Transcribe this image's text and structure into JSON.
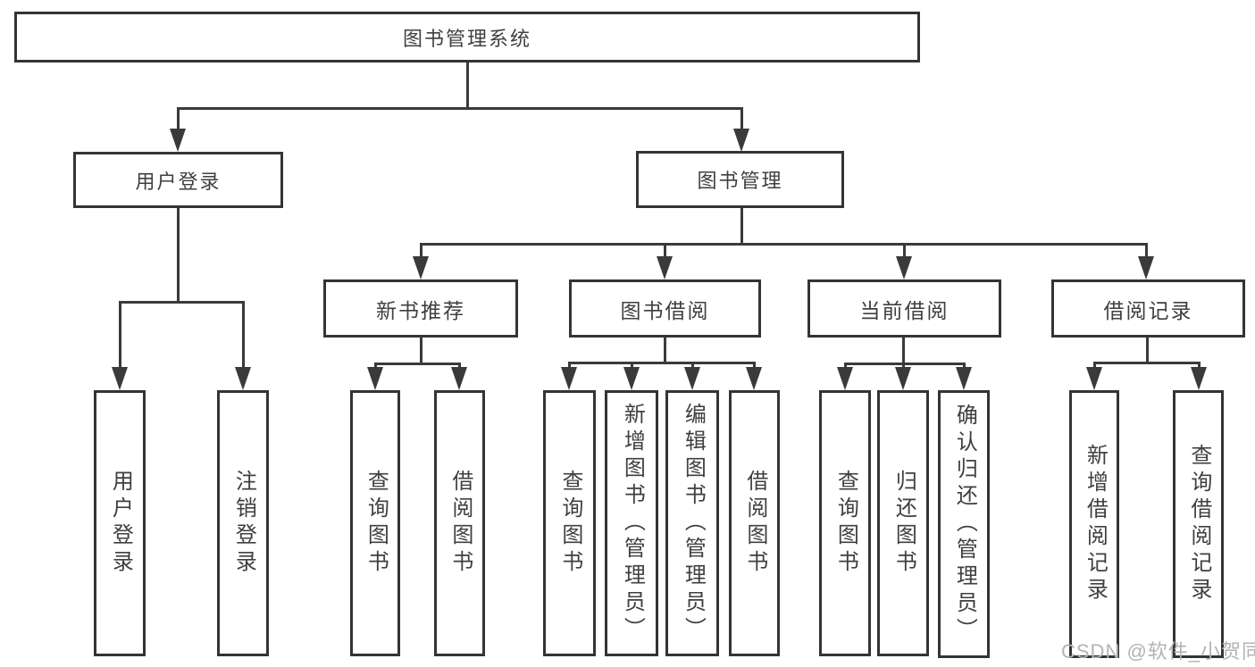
{
  "diagram": {
    "tree": {
      "label": "图书管理系统",
      "children": [
        {
          "label": "用户登录",
          "children": [
            {
              "label": "用户登录"
            },
            {
              "label": "注销登录"
            }
          ]
        },
        {
          "label": "图书管理",
          "children": [
            {
              "label": "新书推荐",
              "children": [
                {
                  "label": "查询图书"
                },
                {
                  "label": "借阅图书"
                }
              ]
            },
            {
              "label": "图书借阅",
              "children": [
                {
                  "label": "查询图书"
                },
                {
                  "label": "新增图书（管理员）"
                },
                {
                  "label": "编辑图书（管理员）"
                },
                {
                  "label": "借阅图书"
                }
              ]
            },
            {
              "label": "当前借阅",
              "children": [
                {
                  "label": "查询图书"
                },
                {
                  "label": "归还图书"
                },
                {
                  "label": "确认归还（管理员）"
                }
              ]
            },
            {
              "label": "借阅记录",
              "children": [
                {
                  "label": "新增借阅记录"
                },
                {
                  "label": "查询借阅记录"
                }
              ]
            }
          ]
        }
      ]
    }
  },
  "watermark": {
    "text": "CSDN @软件_小贺同学"
  },
  "colors": {
    "line": "#3a3a3a",
    "box_border": "#343434",
    "text": "#3f3f3f",
    "watermark": "#b3b3b3",
    "background": "#ffffff"
  }
}
